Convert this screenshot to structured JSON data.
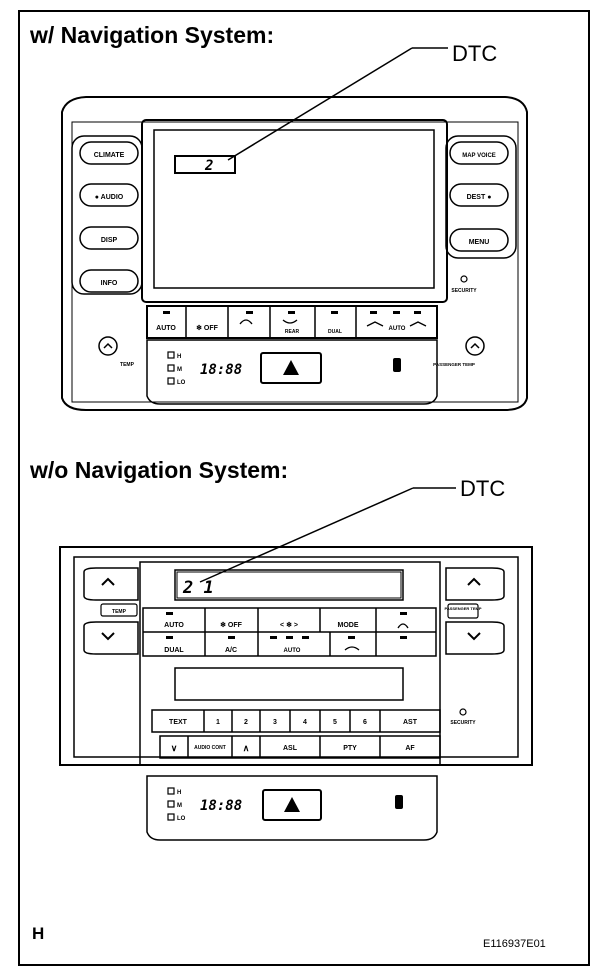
{
  "sections": {
    "nav": {
      "heading": "w/ Navigation System:",
      "callout": "DTC",
      "dtc_display": "2",
      "left_buttons": [
        "CLIMATE",
        "● AUDIO",
        "DISP",
        "INFO"
      ],
      "right_buttons": [
        "MAP VOICE",
        "DEST ●",
        "MENU"
      ],
      "security_label": "SECURITY",
      "climate_buttons": [
        "AUTO",
        "❄ OFF",
        "",
        "REAR",
        "DUAL",
        "AUTO"
      ],
      "temp_left": "TEMP",
      "temp_right": "PASSENGER TEMP",
      "fan_labels": [
        "H",
        "M",
        "LO"
      ],
      "clock": "18:88"
    },
    "no_nav": {
      "heading": "w/o Navigation System:",
      "callout": "DTC",
      "dtc_display": "2 1",
      "temp_left": "TEMP",
      "temp_right": "PASSENGER TEMP",
      "row1": [
        "AUTO",
        "❄ OFF",
        "<  ❄  >",
        "MODE",
        ""
      ],
      "row2": [
        "DUAL",
        "A/C",
        "AUTO",
        "",
        ""
      ],
      "security_label": "SECURITY",
      "preset_row": [
        "TEXT",
        "1",
        "2",
        "3",
        "4",
        "5",
        "6",
        "AST"
      ],
      "tuner_row": [
        "∨",
        "AUDIO CONT",
        "∧",
        "ASL",
        "PTY",
        "AF"
      ],
      "fan_labels": [
        "H",
        "M",
        "LO"
      ],
      "clock": "18:88"
    }
  },
  "corner_letter": "H",
  "figure_id": "E116937E01"
}
